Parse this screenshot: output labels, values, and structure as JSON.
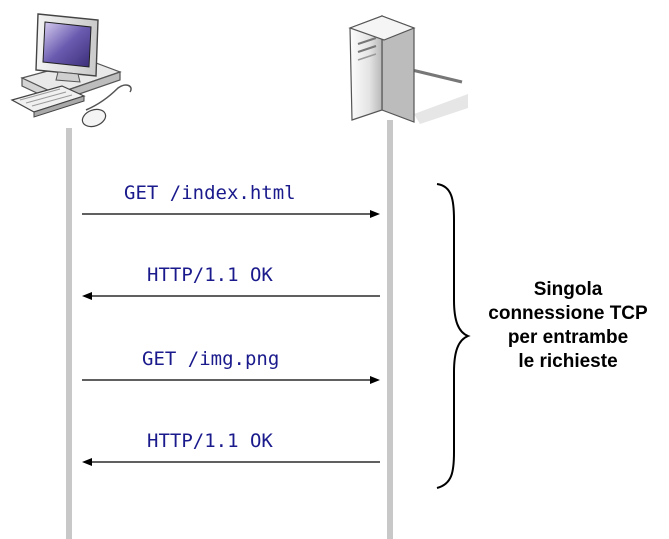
{
  "messages": [
    {
      "label": "GET /index.html",
      "direction": "client-to-server"
    },
    {
      "label": "HTTP/1.1 OK",
      "direction": "server-to-client"
    },
    {
      "label": "GET /img.png",
      "direction": "client-to-server"
    },
    {
      "label": "HTTP/1.1 OK",
      "direction": "server-to-client"
    }
  ],
  "note": {
    "lines": [
      "Singola",
      "connessione TCP",
      "per entrambe",
      "le richieste"
    ]
  },
  "icons": {
    "client": "desktop-computer-icon",
    "server": "server-tower-icon"
  },
  "colors": {
    "lifeline": "#c8c8c8",
    "message_text": "#1a1a8c",
    "arrow": "#000000"
  }
}
